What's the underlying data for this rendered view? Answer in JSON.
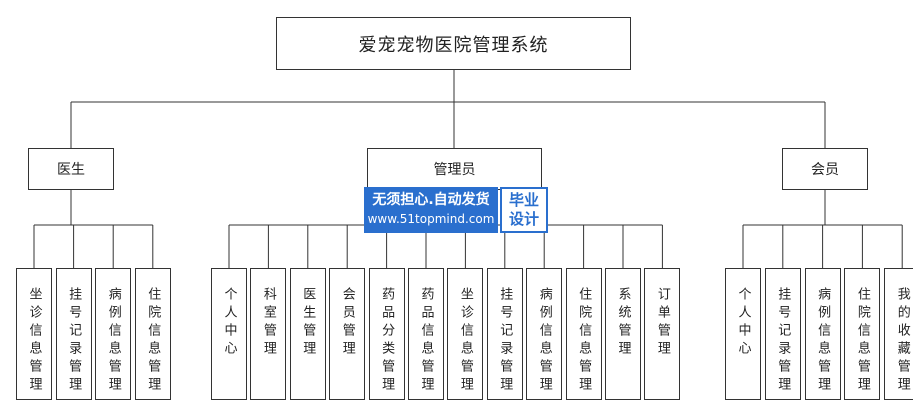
{
  "root": {
    "label": "爱宠宠物医院管理系统"
  },
  "categories": [
    {
      "label": "医生",
      "items": [
        "坐诊信息管理",
        "挂号记录管理",
        "病例信息管理",
        "住院信息管理"
      ]
    },
    {
      "label": "管理员",
      "items": [
        "个人中心",
        "科室管理",
        "医生管理",
        "会员管理",
        "药品分类管理",
        "药品信息管理",
        "坐诊信息管理",
        "挂号记录管理",
        "病例信息管理",
        "住院信息管理",
        "系统管理",
        "订单管理"
      ]
    },
    {
      "label": "会员",
      "items": [
        "个人中心",
        "挂号记录管理",
        "病例信息管理",
        "住院信息管理",
        "我的收藏管理"
      ]
    }
  ],
  "watermark": {
    "line1": "无须担心.自动发货",
    "line2": "www.51topmind.com",
    "badge_line1": "毕业",
    "badge_line2": "设计",
    "color": "#2a6fce"
  }
}
